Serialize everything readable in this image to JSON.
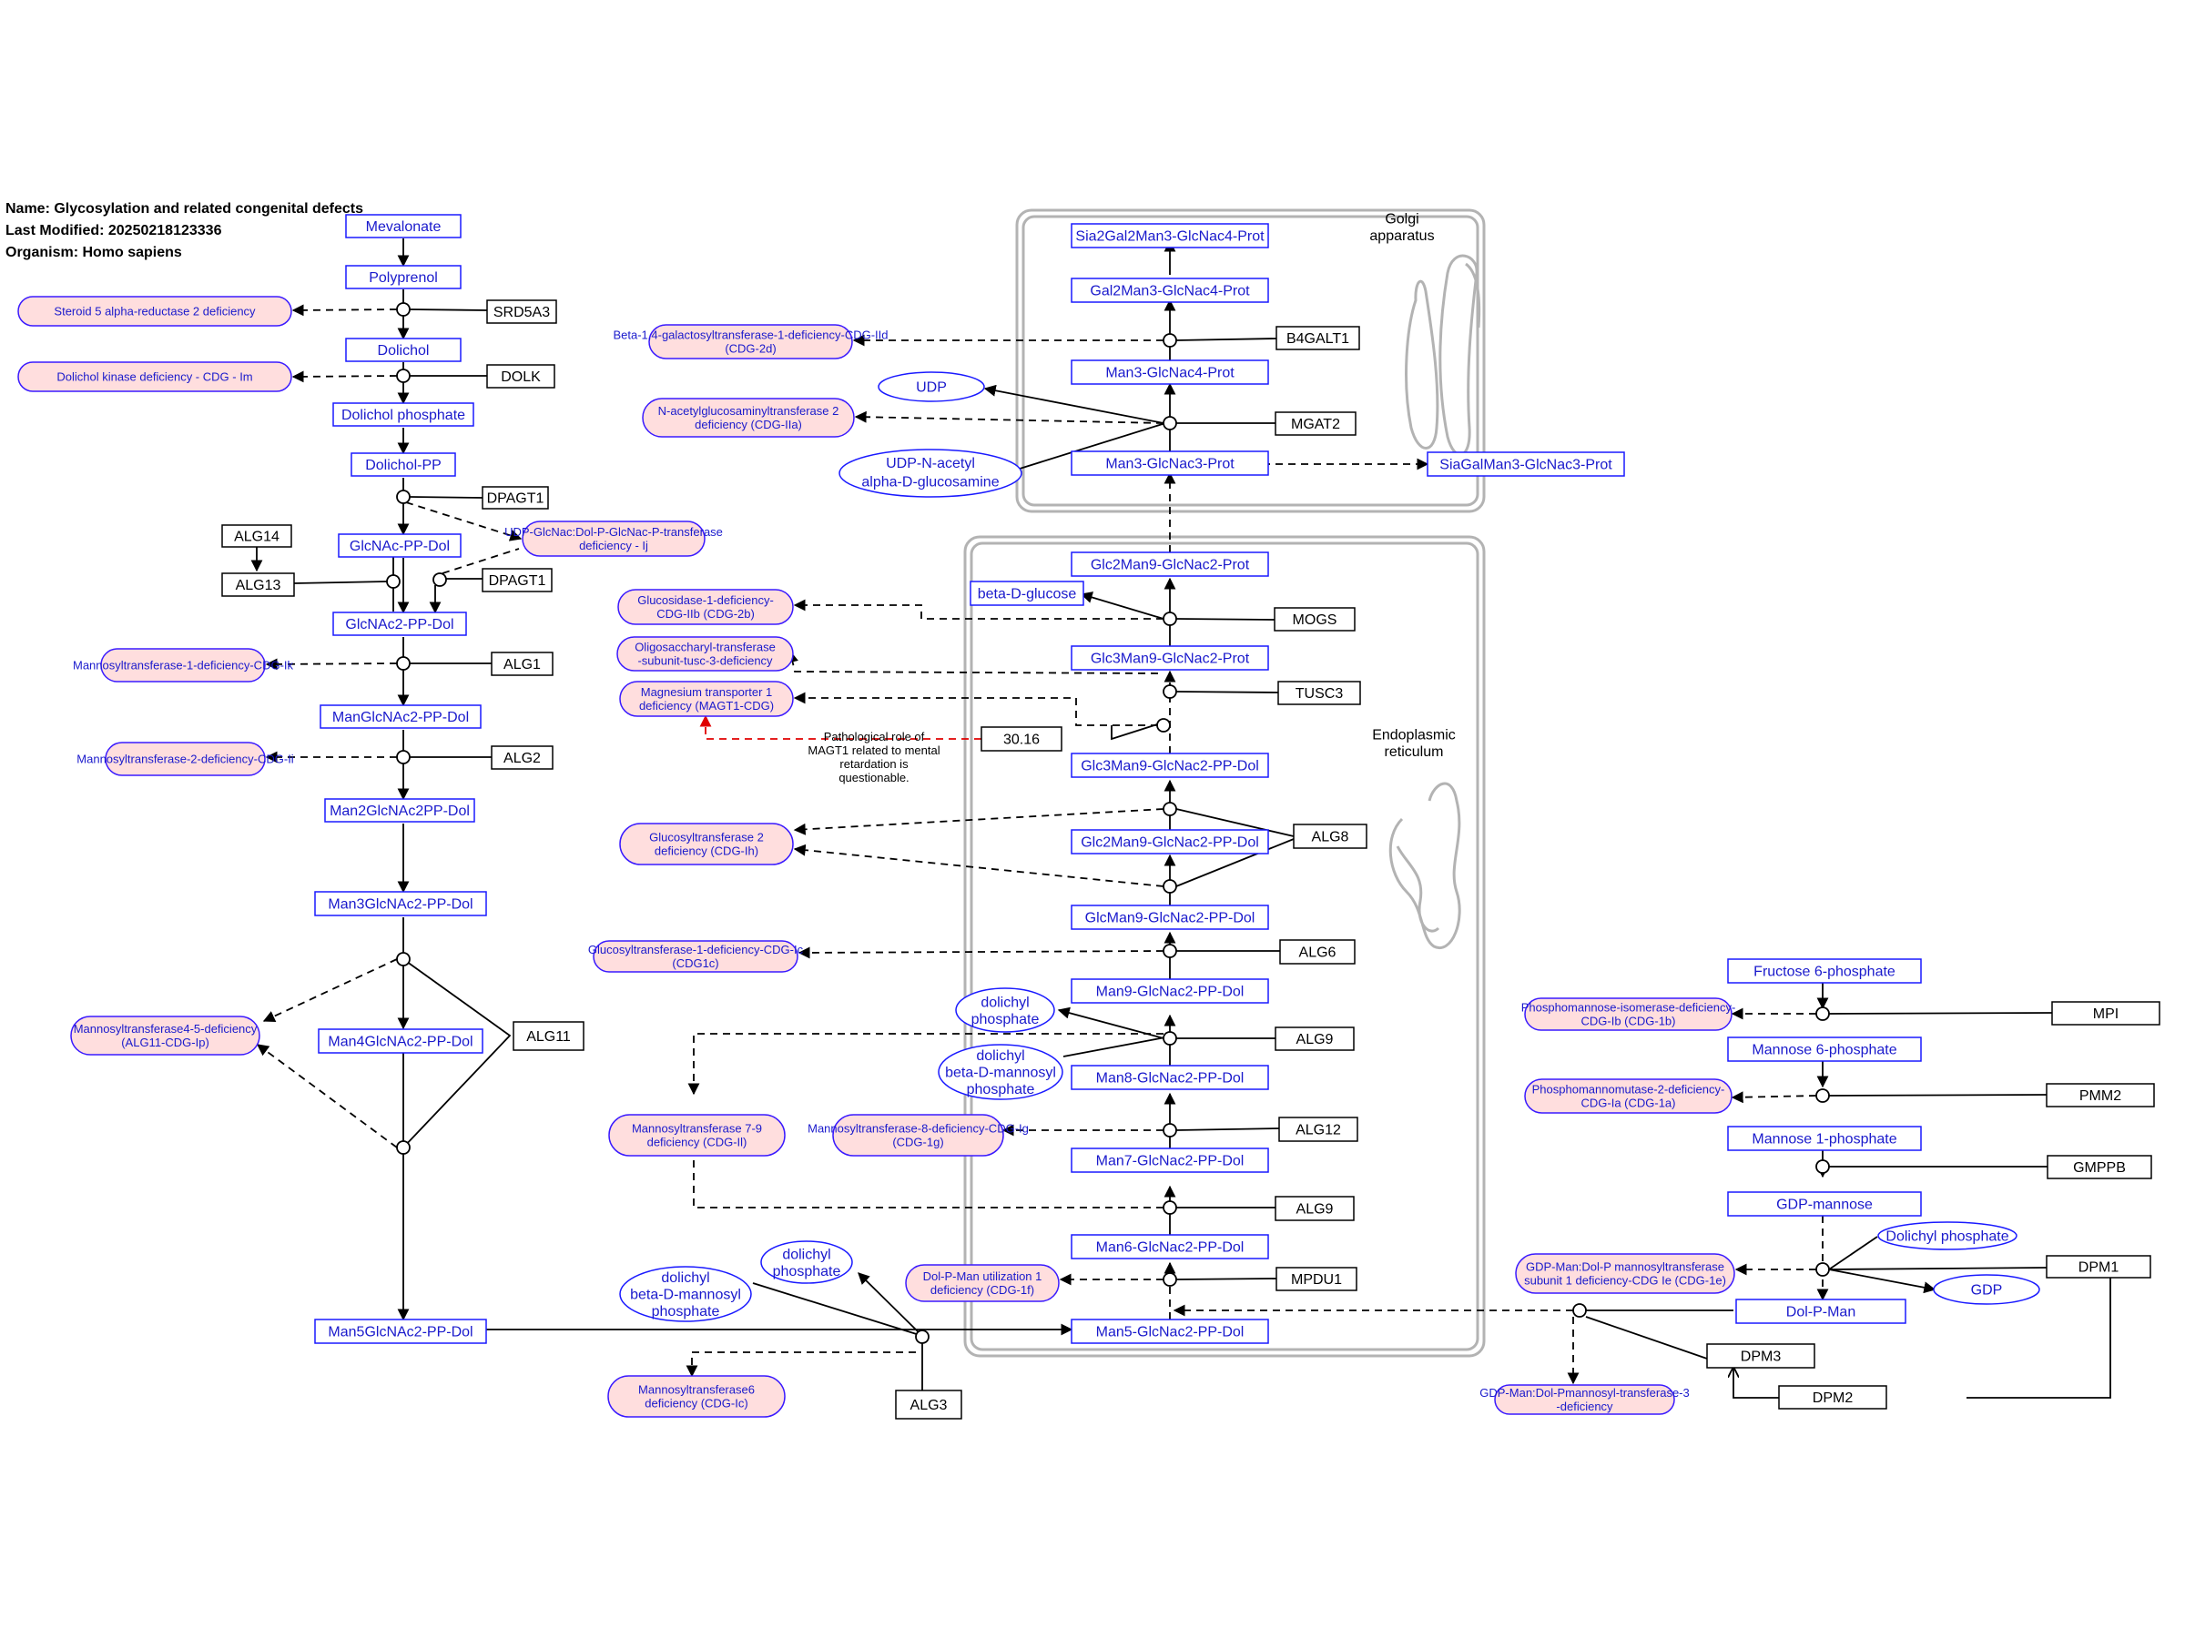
{
  "header": {
    "name": "Name: Glycosylation and related congenital defects",
    "modified": "Last Modified: 20250218123336",
    "organism": "Organism: Homo sapiens"
  },
  "colors": {
    "metabolite_stroke": "#1a1aff",
    "metabolite_text": "#1a1acc",
    "disease_fill": "#ffdede",
    "disease_stroke": "#3a1aff",
    "gene_stroke": "#000000",
    "compartment_stroke": "#b3b3b3",
    "annotation_arrow": "#e00000"
  },
  "compartments": {
    "golgi": "Golgi apparatus",
    "er": "Endoplasmic reticulum"
  },
  "note": "Pathological role of MAGT1 related to mental retardation is questionable.",
  "metabolites": {
    "m1": "Mevalonate",
    "m2": "Polyprenol",
    "m3": "Dolichol",
    "m4": "Dolichol phosphate",
    "m5": "Dolichol-PP",
    "m6": "GlcNAc-PP-Dol",
    "m7": "GlcNAc2-PP-Dol",
    "m8": "ManGlcNAc2-PP-Dol",
    "m9": "Man2GlcNAc2PP-Dol",
    "m10": "Man3GlcNAc2-PP-Dol",
    "m11": "Man4GlcNAc2-PP-Dol",
    "m12": "Man5GlcNAc2-PP-Dol",
    "e1": "Man5-GlcNac2-PP-Dol",
    "e2": "Man6-GlcNac2-PP-Dol",
    "e3": "Man7-GlcNac2-PP-Dol",
    "e4": "Man8-GlcNac2-PP-Dol",
    "e5": "Man9-GlcNac2-PP-Dol",
    "e6": "GlcMan9-GlcNac2-PP-Dol",
    "e7": "Glc2Man9-GlcNac2-PP-Dol",
    "e8": "Glc3Man9-GlcNac2-PP-Dol",
    "e9": "Glc3Man9-GlcNac2-Prot",
    "e10": "Glc2Man9-GlcNac2-Prot",
    "bdg": "beta-D-glucose",
    "g1": "Man3-GlcNac3-Prot",
    "g2": "Man3-GlcNac4-Prot",
    "g3": "Gal2Man3-GlcNac4-Prot",
    "g4": "Sia2Gal2Man3-GlcNac4-Prot",
    "g5": "SiaGalMan3-GlcNac3-Prot",
    "r1": "Fructose 6-phosphate",
    "r2": "Mannose 6-phosphate",
    "r3": "Mannose 1-phosphate",
    "r4": "GDP-mannose",
    "r5": "Dol-P-Man"
  },
  "ellipses": {
    "udp": "UDP",
    "udpn1": "UDP-N-acetyl",
    "udpn2": "alpha-D-glucosamine",
    "dp": "dolichyl phosphate",
    "dbdm": "dolichyl beta-D-mannosyl phosphate",
    "dp2": "dolichyl phosphate",
    "dbdm2": "dolichyl beta-D-mannosyl phosphate",
    "dolp": "Dolichyl phosphate",
    "gdp": "GDP"
  },
  "genes": {
    "srd5a3": "SRD5A3",
    "dolk": "DOLK",
    "dpagt1a": "DPAGT1",
    "alg14": "ALG14",
    "alg13": "ALG13",
    "dpagt1b": "DPAGT1",
    "alg1": "ALG1",
    "alg2": "ALG2",
    "alg11": "ALG11",
    "alg3": "ALG3",
    "b4galt1": "B4GALT1",
    "mgat2": "MGAT2",
    "mogs": "MOGS",
    "tusc3": "TUSC3",
    "g3016": "30.16",
    "alg8": "ALG8",
    "alg6": "ALG6",
    "alg9a": "ALG9",
    "alg12": "ALG12",
    "alg9b": "ALG9",
    "mpdu1": "MPDU1",
    "mpi": "MPI",
    "pmm2": "PMM2",
    "gmppb": "GMPPB",
    "dpm1": "DPM1",
    "dpm3": "DPM3",
    "dpm2": "DPM2"
  },
  "diseases": {
    "d1": "Steroid 5 alpha-reductase 2 deficiency",
    "d2": "Dolichol kinase deficiency - CDG - Im",
    "d3": "UDP-GlcNac:Dol-P-GlcNac-P-transferase deficiency - Ij",
    "d4": "Mannosyltransferase-1-deficiency-CDG-Ik",
    "d5": "Mannosyltransferase-2-deficiency-CDG-Ii",
    "d6": "Mannosyltransferase4-5-deficiency (ALG11-CDG-Ip)",
    "d7": "Beta-1,4-galactosyltransferase-1-deficiency-CDG-IId (CDG-2d)",
    "d8": "N-acetylglucosaminyltransferase 2 deficiency (CDG-IIa)",
    "d9": "Glucosidase-1-deficiency- CDG-IIb (CDG-2b)",
    "d10": "Oligosaccharyl-transferase -subunit-tusc-3-deficiency",
    "d11": "Magnesium transporter 1 deficiency (MAGT1-CDG)",
    "d12": "Glucosyltransferase 2 deficiency (CDG-Ih)",
    "d13": "Glucosyltransferase-1-deficiency-CDG-Ic (CDG1c)",
    "d14": "Mannosyltransferase 7-9 deficiency (CDG-Il)",
    "d15": "Mannosyltransferase-8-deficiency-CDG-Ig (CDG-1g)",
    "d16": "Dol-P-Man utilization 1 deficiency (CDG-1f)",
    "d17": "Mannosyltransferase6 deficiency (CDG-Ic)",
    "d18": "Phosphomannose-isomerase-deficiency- CDG-Ib (CDG-1b)",
    "d19": "Phosphomannomutase-2-deficiency- CDG-Ia (CDG-1a)",
    "d20": "GDP-Man:Dol-P mannosyltransferase subunit 1 deficiency-CDG Ie (CDG-1e)",
    "d21": "GDP-Man:Dol-Pmannosyl-transferase-3 -deficiency"
  }
}
